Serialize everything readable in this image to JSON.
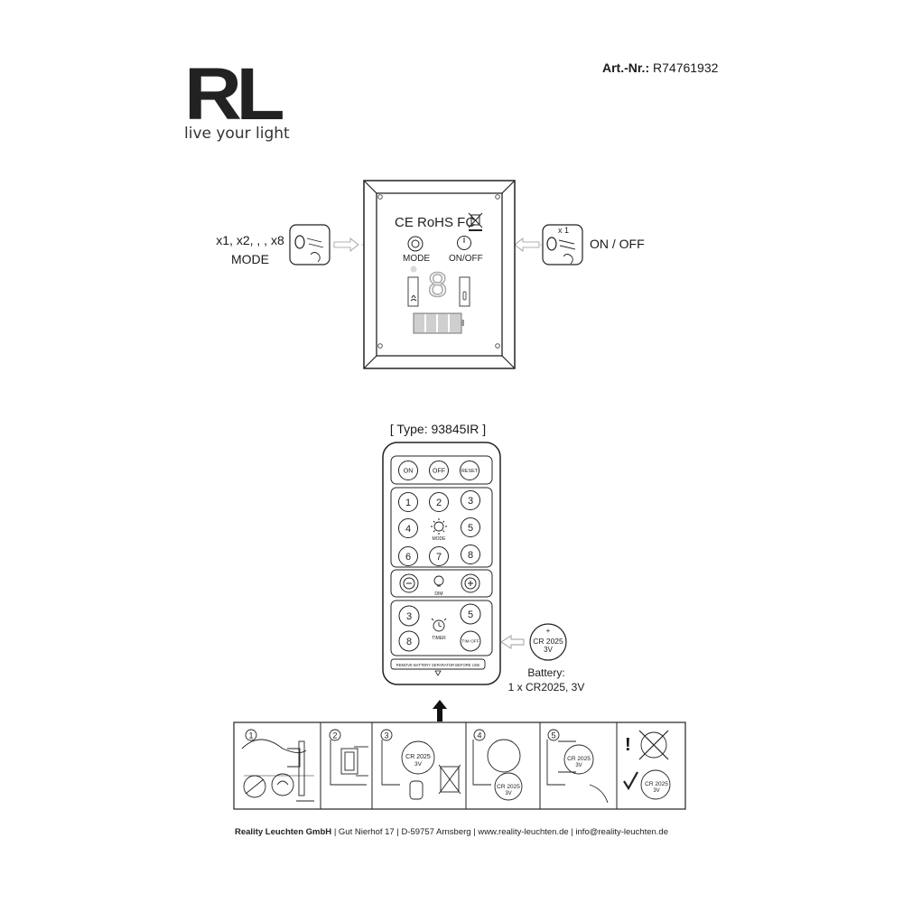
{
  "header": {
    "logo_letters": "RL",
    "logo_tagline": "live your light",
    "article_label": "Art.-Nr.:",
    "article_number": "R74761932"
  },
  "wall_unit": {
    "certifications": "CE RoHS FC",
    "mode_label": "MODE",
    "onoff_label": "ON/OFF",
    "display_digit": "8",
    "left_callout_line1": "x1, x2, , , x8",
    "left_callout_line2": "MODE",
    "right_callout": "ON / OFF",
    "right_press_count": "x 1"
  },
  "remote": {
    "type_label": "[ Type: 93845IR ]",
    "top_buttons": [
      "ON",
      "OFF",
      "RESET"
    ],
    "mode_grid": [
      "1",
      "2",
      "3",
      "4",
      "5",
      "6",
      "7",
      "8"
    ],
    "mode_label": "MODE",
    "dim_label": "DIM",
    "timer_buttons": [
      "3",
      "5",
      "8",
      "TIM OFF"
    ],
    "timer_label": "TIMER",
    "separator_note": "REMOVE BATTERY SEPARATOR BEFORE USE"
  },
  "battery": {
    "coin_line1": "CR 2025",
    "coin_line2": "3V",
    "label": "Battery:",
    "spec": "1 x CR2025, 3V"
  },
  "steps": {
    "numbers": [
      "1",
      "2",
      "3",
      "4",
      "5"
    ],
    "coin_text": "CR 2025",
    "coin_volt": "3V"
  },
  "footer": {
    "company": "Reality Leuchten GmbH",
    "address": "Gut Nierhof 17",
    "city": "D-59757 Arnsberg",
    "website": "www.reality-leuchten.de",
    "email": "info@reality-leuchten.de"
  }
}
